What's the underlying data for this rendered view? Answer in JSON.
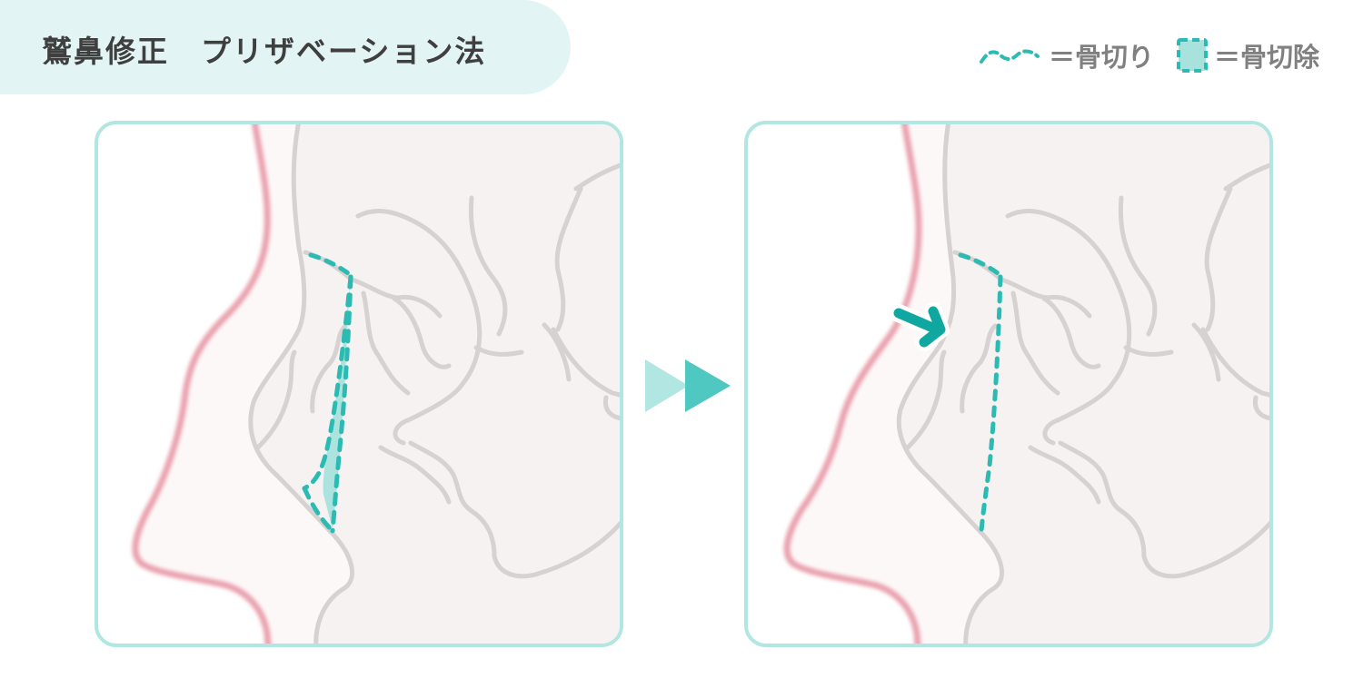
{
  "header": {
    "title": "鷲鼻修正　プリザベーション法"
  },
  "legend": {
    "items": [
      {
        "label": "＝骨切り",
        "swatch": "dashed-curve"
      },
      {
        "label": "＝骨切除",
        "swatch": "dashed-filled-box"
      }
    ]
  },
  "panels": [
    {
      "state": "before",
      "highlight": "bone-removal-wedge"
    },
    {
      "state": "after",
      "highlight": "push-arrow"
    }
  ],
  "colors": {
    "accent": "#2bbbb3",
    "accent_dark": "#0fa79f",
    "fill_light": "#a9e1dd",
    "title_bg": "#e2f5f4",
    "panel_border": "#b2e6e2",
    "skin_line": "#e9a0ae",
    "anatomy_line": "#d6d2d2",
    "tissue_fill": "#f6f2f2",
    "text_dark": "#3f3f3f",
    "text_grey": "#808080"
  }
}
